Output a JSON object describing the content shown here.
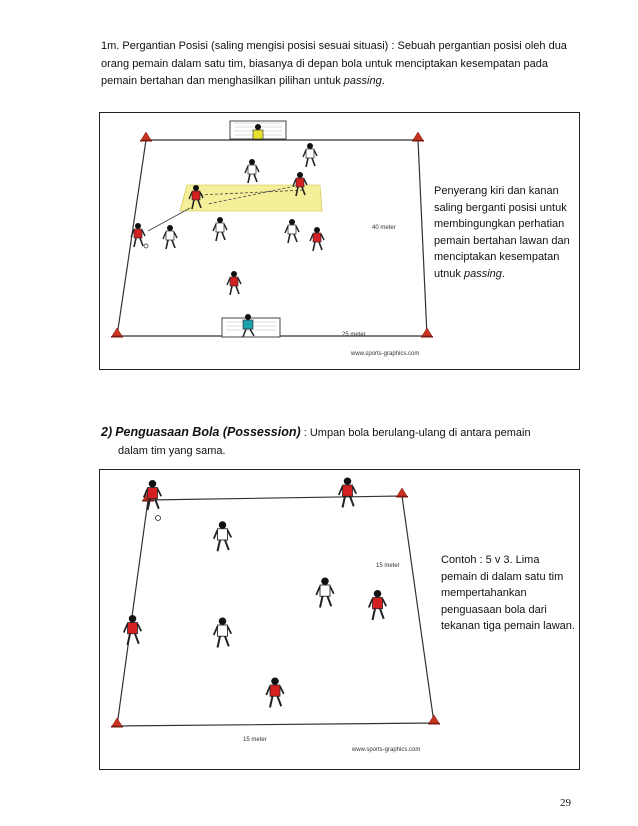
{
  "section1": {
    "text_start": "1m.  Pergantian Posisi (saling mengisi posisi sesuai situasi) : Sebuah pergantian posisi oleh dua orang pemain dalam satu tim, biasanya di depan bola untuk menciptakan kesempatan pada pemain bertahan dan menghasilkan pilihan untuk ",
    "text_italic": "passing",
    "text_end": "."
  },
  "figure1": {
    "label_40m": "40 meter",
    "label_25m": "25 meter",
    "url": "www.sports-graphics.com",
    "note_start": "Penyerang kiri dan kanan saling berganti posisi untuk membingungkan perhatian pemain bertahan lawan dan menciptakan kesempatan utnuk ",
    "note_italic": "passing",
    "note_end": "."
  },
  "section2": {
    "number": "2)",
    "title": "Penguasaan Bola (Possession)",
    "text": " : Umpan bola berulang-ulang di antara pemain",
    "text_line2": "dalam tim yang sama."
  },
  "figure2": {
    "label_15m_side": "15 meter",
    "label_15m_bottom": "15 meter",
    "url": "www.sports-graphics.com",
    "note": "Contoh : 5 v 3. Lima pemain di dalam satu tim mempertahankan penguasaan bola dari tekanan tiga pemain lawan."
  },
  "colors": {
    "team_red": "#d42020",
    "team_white": "#ffffff",
    "keeper": "#1aa0a8",
    "cone": "#c8321e",
    "zone": "#f5ef9a"
  },
  "page_number": "29"
}
